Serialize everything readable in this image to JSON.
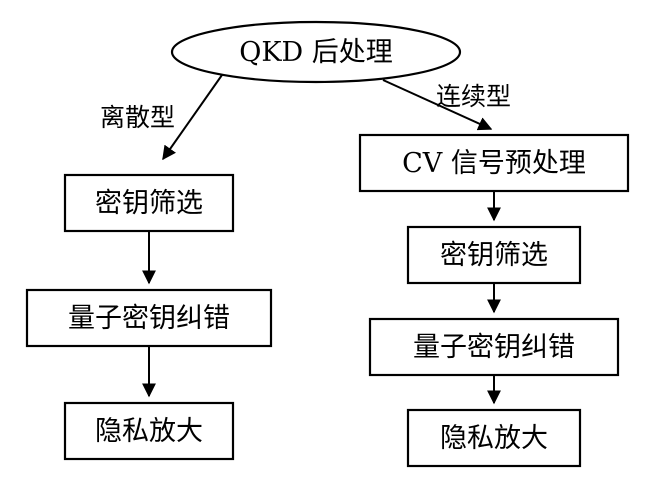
{
  "root": {
    "label": "QKD 后处理"
  },
  "branches": {
    "discrete": {
      "edge_label": "离散型",
      "steps": [
        "密钥筛选",
        "量子密钥纠错",
        "隐私放大"
      ]
    },
    "continuous": {
      "edge_label": "连续型",
      "steps": [
        "CV 信号预处理",
        "密钥筛选",
        "量子密钥纠错",
        "隐私放大"
      ]
    }
  },
  "colors": {
    "stroke": "#000000",
    "background": "#ffffff"
  }
}
